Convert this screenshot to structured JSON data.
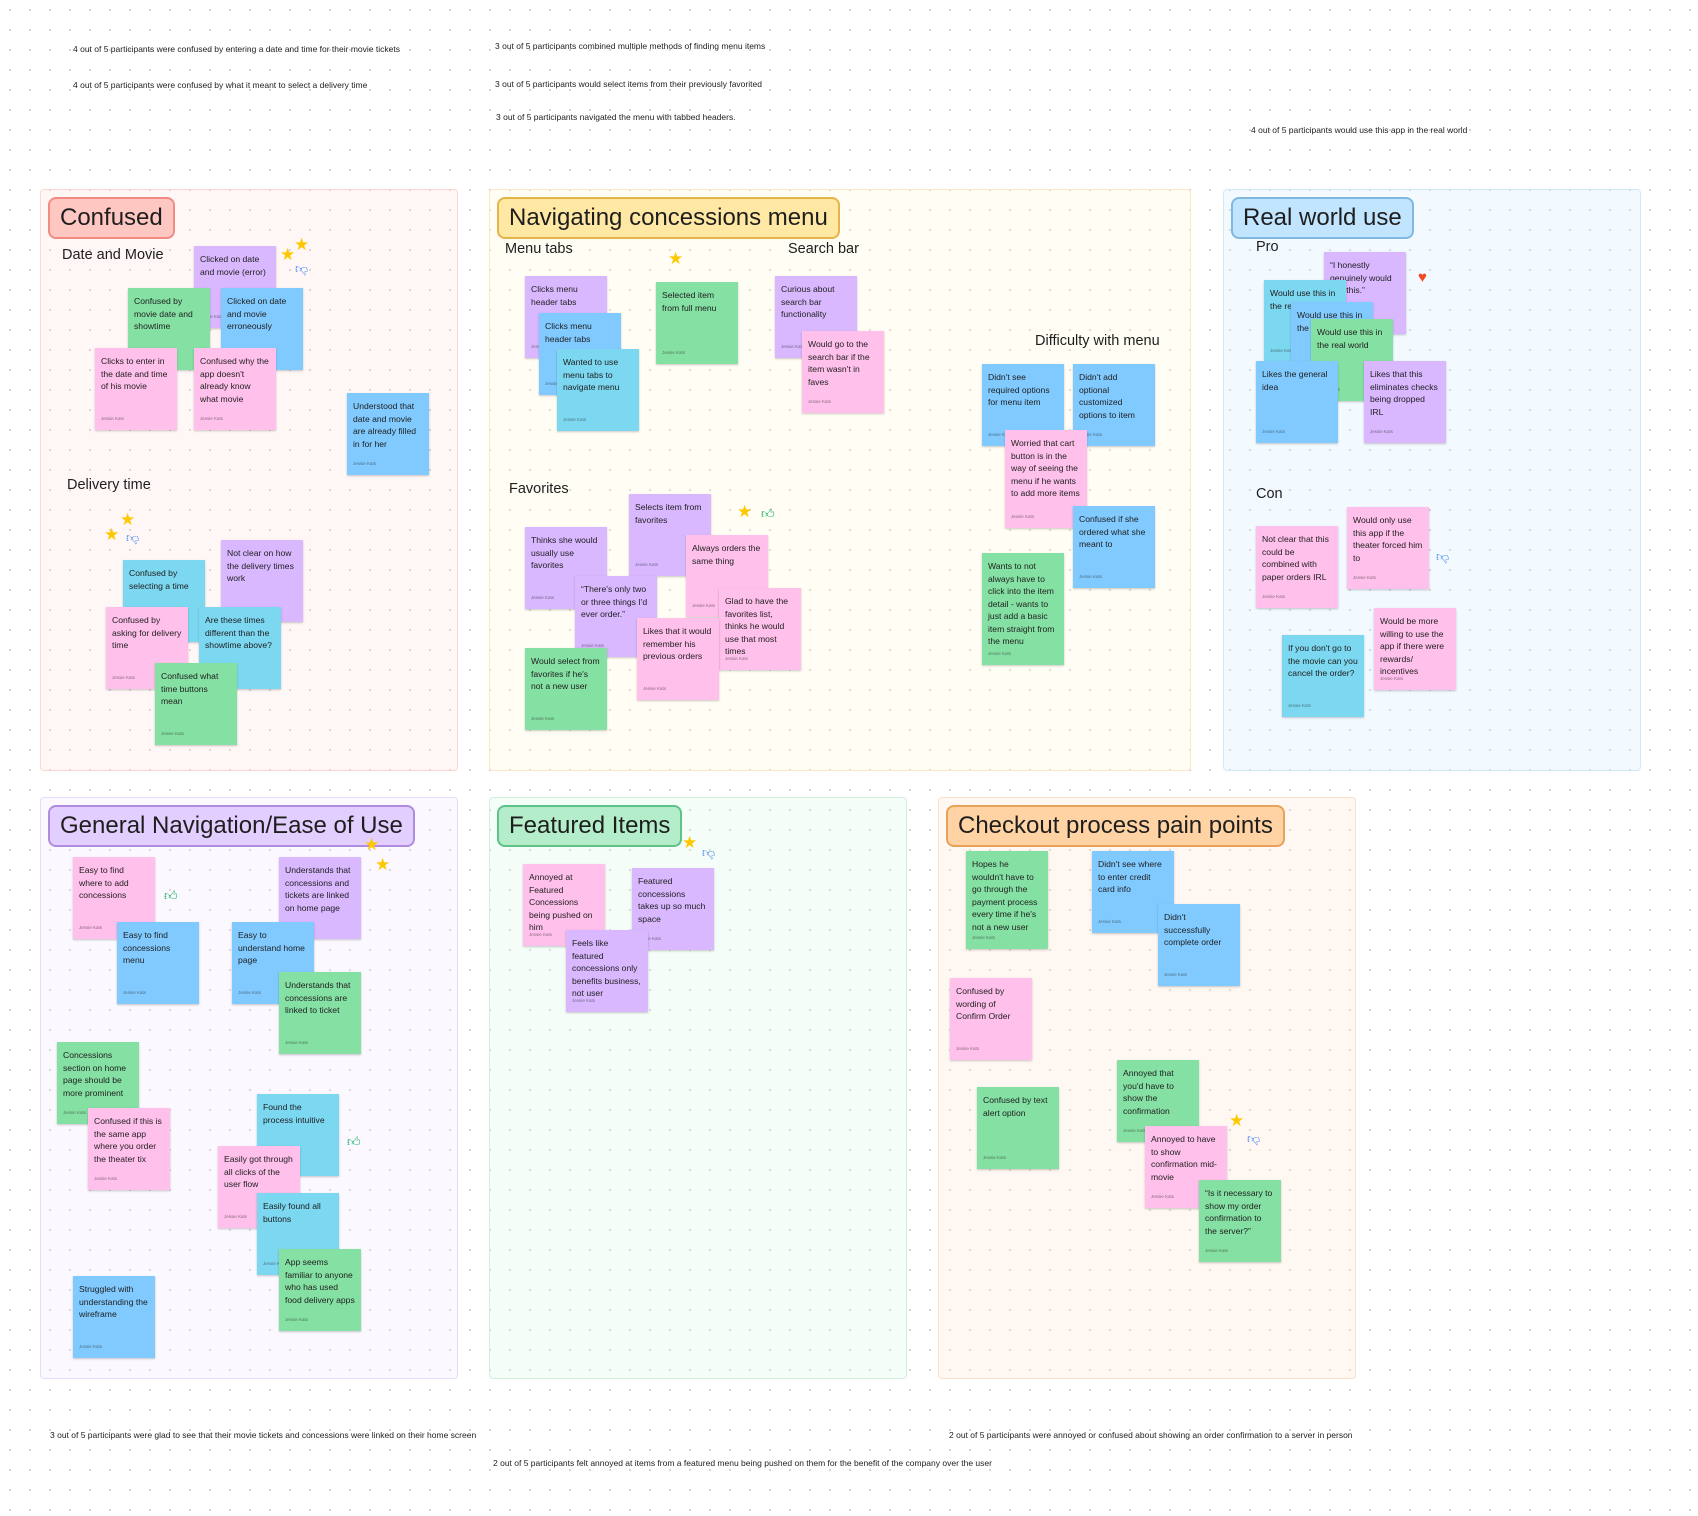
{
  "author": "Jessie Kats",
  "summaries": [
    "4 out of 5 participants were confused by entering a date and time for their movie tickets",
    "4 out of 5 participants were confused by what it meant to select a delivery time",
    "3 out of 5 participants combined multiple methods of finding menu items",
    "3 out of 5 participants would select items from their previously favorited",
    "3 out of 5 participants navigated the menu with tabbed headers.",
    "4 out of 5 participants would use this app in the real world",
    "3 out of 5 participants were glad to see that their movie tickets and concessions were linked on their home screen",
    "2 out of 5 participants were annoyed or confused about showing an order confirmation to a server in person",
    "2 out of 5 participants felt annoyed at items from a featured menu being pushed on them for the benefit of the company over the user"
  ],
  "sections": {
    "confused": {
      "title": "Confused",
      "subheads": [
        "Date and Movie",
        "Delivery time"
      ],
      "notes": [
        "Clicked on date and movie (error)",
        "Confused by movie date and showtime",
        "Clicked on date and movie erroneously",
        "Clicks to enter in the date and time of his movie",
        "Confused why the app doesn't already know what movie",
        "Understood that date and movie are already filled in for her",
        "Confused by selecting a time",
        "Not clear on how the delivery times work",
        "Confused by asking for delivery time",
        "Are these times different than the showtime above?",
        "Confused what time buttons mean"
      ]
    },
    "navigating": {
      "title": "Navigating concessions menu",
      "subheads": [
        "Menu tabs",
        "Search bar",
        "Difficulty with menu",
        "Favorites"
      ],
      "notes": [
        "Clicks menu header tabs",
        "Clicks menu header tabs",
        "Wanted to use menu tabs to navigate menu",
        "Selected item from full menu",
        "Curious about search bar functionality",
        "Would go to the search bar if the item wasn't in faves",
        "Didn't see required options for menu item",
        "Didn't add optional customized options to item",
        "Worried that cart button is in the way of seeing the menu if he wants to add more items",
        "Confused if she ordered what she meant to",
        "Wants to not always have to click into the item detail - wants to just add a basic item straight from the menu",
        "Selects item from favorites",
        "Thinks she would usually use favorites",
        "Always orders the same thing",
        "“There's only two or three things I'd ever order.”",
        "Glad to have the favorites list, thinks he would use that most times",
        "Likes that it would remember his previous orders",
        "Would select from favorites if he's not a new user"
      ]
    },
    "realworld": {
      "title": "Real world use",
      "subheads": [
        "Pro",
        "Con"
      ],
      "notes": [
        "“I honestly genuinely would use this.”",
        "Would use this in the re",
        "Would use this in the",
        "Would use this in the real world",
        "Likes the general idea",
        "Likes that this eliminates checks being dropped IRL",
        "Not clear that this could be combined with paper orders IRL",
        "Would only use this app if the theater forced him to",
        "If you don't go to the movie can you cancel the order?",
        "Would be more willing to use the app if there were rewards/ incentives"
      ]
    },
    "general": {
      "title": "General Navigation/Ease of Use",
      "notes": [
        "Easy to find where to add concessions",
        "Understands that concessions and tickets are linked on home page",
        "Easy to find concessions menu",
        "Easy to understand home page",
        "Understands that concessions are linked to ticket",
        "Concessions section on home page should be more prominent",
        "Confused if this is the same app where you order the theater tix",
        "Found the process intuitive",
        "Easily got through all clicks of the user flow",
        "Easily found all buttons",
        "App seems familiar to anyone who has used food delivery apps",
        "Struggled with understanding the wireframe"
      ]
    },
    "featured": {
      "title": "Featured Items",
      "notes": [
        "Annoyed at Featured Concessions being pushed on him",
        "Featured concessions takes up so much space",
        "Feels like featured concessions only benefits business, not user"
      ]
    },
    "checkout": {
      "title": "Checkout process pain points",
      "notes": [
        "Hopes he wouldn't have to go through the payment process every time if he's not a new user",
        "Didn't see where to enter credit card info",
        "Didn't successfully complete order",
        "Confused by wording of Confirm Order",
        "Confused by text alert option",
        "Annoyed that you'd have to show the confirmation",
        "Annoyed to have to show confirmation mid-movie",
        "“Is it necessary to show my order confirmation to the server?”"
      ]
    }
  },
  "icons": {
    "star": "★",
    "thumb_up": "👍︎",
    "thumb_down": "👎︎",
    "heart": "♥"
  },
  "colors": {
    "pink": "#ffc0eb",
    "blue": "#80caff",
    "green": "#85e0a3",
    "purple": "#d9b8ff",
    "cyan": "#7cd7f0",
    "star": "#ffc700"
  }
}
